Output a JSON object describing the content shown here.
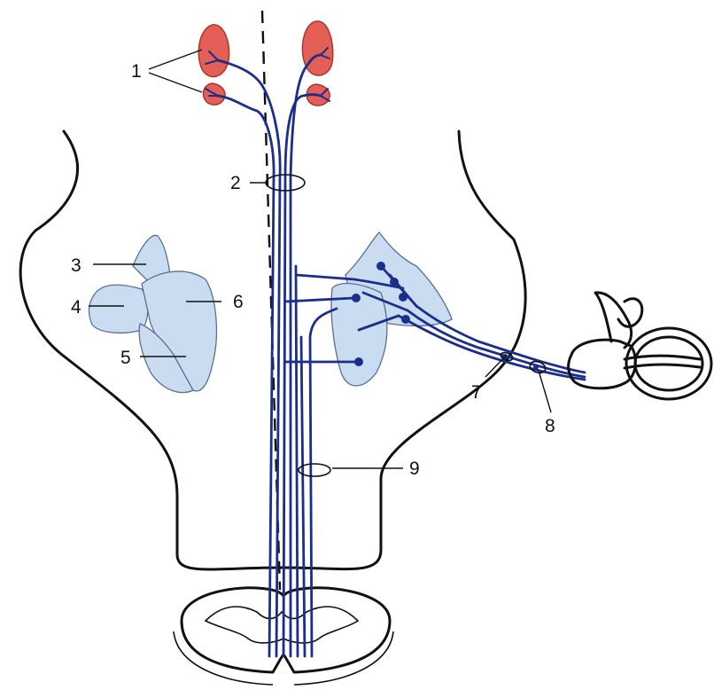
{
  "diagram": {
    "labels": {
      "l1": "1",
      "l2": "2",
      "l3": "3",
      "l4": "4",
      "l5": "5",
      "l6": "6",
      "l7": "7",
      "l8": "8",
      "l9": "9"
    },
    "colors": {
      "pathway": "#1a2f8c",
      "nuclei_fill": "#c9dcf0",
      "target_blobs": "#e45f55",
      "outline": "#111111"
    }
  }
}
